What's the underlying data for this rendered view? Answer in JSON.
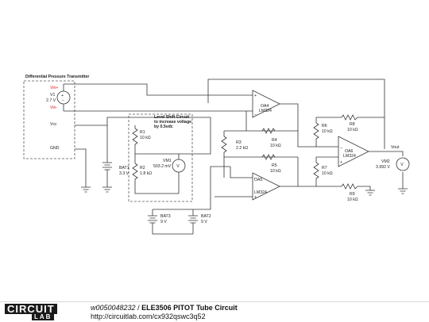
{
  "diagram": {
    "block_title": "Differential Pressure Transmitter",
    "pins": {
      "vin_plus": "Vin+",
      "vin_minus": "Vin-",
      "vcc": "Vcc",
      "gnd": "GND"
    },
    "v1": {
      "name": "V1",
      "value": "2.7 V"
    },
    "bat1": {
      "name": "BAT1",
      "value": "3.3 V"
    },
    "bat2": {
      "name": "BAT2",
      "value": "9 V"
    },
    "bat3": {
      "name": "BAT3",
      "value": "9 V"
    },
    "level_shift": {
      "line1": "Level Shift Circuit",
      "line2": "to increase voltage",
      "line3": "by 0.5vdc"
    },
    "r1": {
      "name": "R1",
      "value": "10 kΩ"
    },
    "r2": {
      "name": "R2",
      "value": "1.8 kΩ"
    },
    "vm1": {
      "name": "VM1",
      "value": "503.2 mV"
    },
    "r3": {
      "name": "R3",
      "value": "2.2 kΩ"
    },
    "r4": {
      "name": "R4",
      "value": "10 kΩ"
    },
    "r5": {
      "name": "R5",
      "value": "10 kΩ"
    },
    "r6": {
      "name": "R6",
      "value": "10 kΩ"
    },
    "r7": {
      "name": "R7",
      "value": "10 kΩ"
    },
    "r8": {
      "name": "R8",
      "value": "10 kΩ"
    },
    "r9": {
      "name": "R9",
      "value": "10 kΩ"
    },
    "oa4": {
      "name": "OA4",
      "part": "LM324"
    },
    "oa5": {
      "name": "OA5",
      "part": "LM324"
    },
    "oa6": {
      "name": "OA6",
      "part": "LM324"
    },
    "vout": "Vout",
    "vm2": {
      "name": "VM2",
      "value": "3.992 V"
    }
  },
  "footer": {
    "logo_top": "CIRCUIT",
    "logo_bottom": "LAB",
    "title_id": "w0050048232",
    "title_sep": " / ",
    "title_name": "ELE3506 PITOT Tube Circuit",
    "url": "http://circuitlab.com/cx932qswc3q52"
  }
}
